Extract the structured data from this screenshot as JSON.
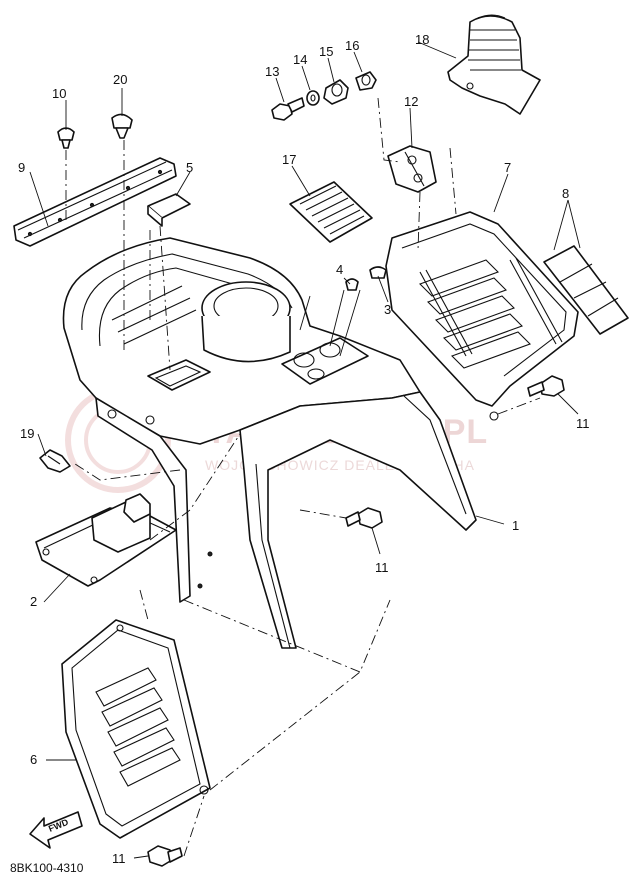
{
  "watermark": {
    "main": "YAMA-SKLEP.PL",
    "sub": "WOJCIECHOWICZ DEALER YAMAHA"
  },
  "diagram_code": "8BK100-4310",
  "fwd_label": "FWD",
  "callouts": {
    "c1": "1",
    "c2": "2",
    "c3": "3",
    "c4": "4",
    "c5": "5",
    "c6": "6",
    "c7": "7",
    "c8": "8",
    "c9": "9",
    "c10": "10",
    "c11a": "11",
    "c11b": "11",
    "c11c": "11",
    "c12": "12",
    "c13": "13",
    "c14": "14",
    "c15": "15",
    "c16": "16",
    "c17": "17",
    "c18": "18",
    "c19": "19",
    "c20": "20"
  }
}
